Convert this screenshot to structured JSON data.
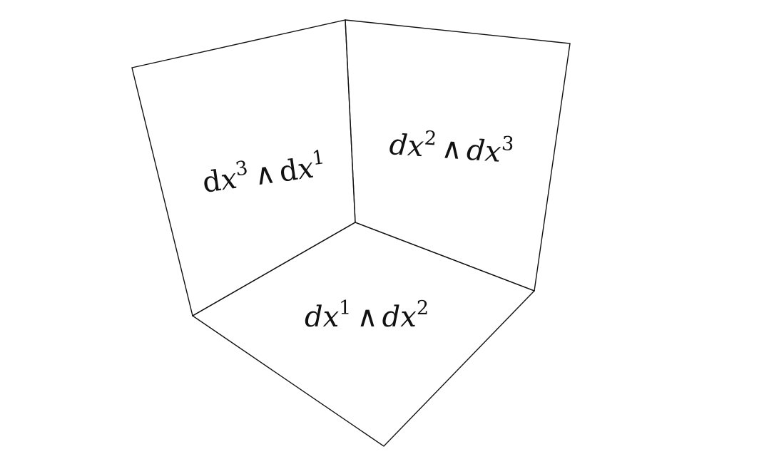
{
  "faces": {
    "left": {
      "d1": "d",
      "v1": "x",
      "i1": "3",
      "op": "∧",
      "d2": "d",
      "v2": "x",
      "i2": "1"
    },
    "right": {
      "d1": "d",
      "v1": "x",
      "i1": "2",
      "op": "∧",
      "d2": "d",
      "v2": "x",
      "i2": "3"
    },
    "floor": {
      "d1": "d",
      "v1": "x",
      "i1": "1",
      "op": "∧",
      "d2": "d",
      "v2": "x",
      "i2": "2"
    }
  },
  "colors": {
    "stroke": "#111111",
    "background": "#ffffff"
  }
}
